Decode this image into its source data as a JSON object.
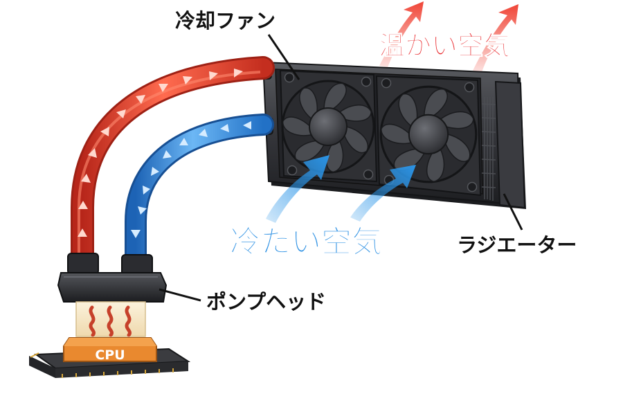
{
  "labels": {
    "cooling_fan": "冷却ファン",
    "warm_air": "温かい空気",
    "cool_air": "冷たい空気",
    "radiator": "ラジエーター",
    "pump_head": "ポンプヘッド",
    "cpu": "CPU"
  },
  "colors": {
    "hot_tube": "#e8402a",
    "cold_tube": "#2f86dc",
    "warm_arrow": "#ef3b2c",
    "cool_arrow": "#2b95e8",
    "warm_text": "#e8262a",
    "cool_text": "#2a8fe3",
    "radiator_body": "#2e2f33",
    "cpu_chip": "#e9892f",
    "heat_waves": "#c6402a"
  },
  "icons": [
    "fan-icon",
    "heat-wave-icon",
    "flow-arrow-icon"
  ]
}
